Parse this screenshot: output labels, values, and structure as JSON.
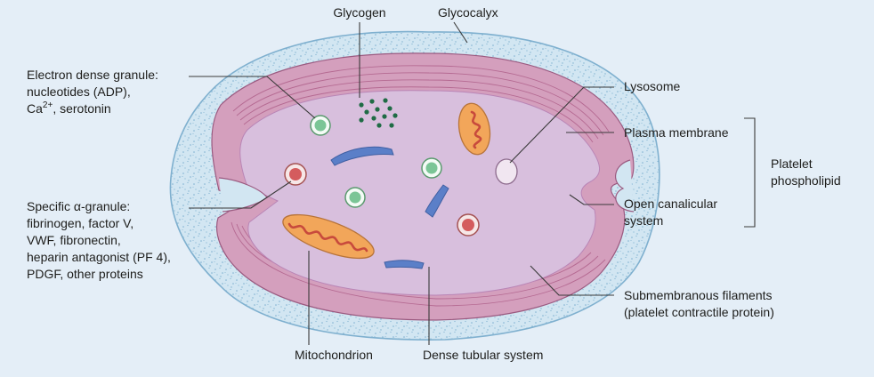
{
  "labels": {
    "glycogen": "Glycogen",
    "glycocalyx": "Glycocalyx",
    "electron_dense": {
      "line1": "Electron dense granule:",
      "line2": "nucleotides (ADP),",
      "line3_main": "Ca",
      "line3_sup": "2+",
      "line3_rest": ", serotonin"
    },
    "specific_granule": {
      "line1": "Specific α-granule:",
      "line2": "fibrinogen, factor V,",
      "line3": "VWF, fibronectin,",
      "line4": "heparin antagonist (PF 4),",
      "line5": "PDGF, other proteins"
    },
    "lysosome": "Lysosome",
    "plasma_membrane": "Plasma membrane",
    "open_canalicular": {
      "line1": "Open canalicular",
      "line2": "system"
    },
    "platelet_phospholipid": {
      "line1": "Platelet",
      "line2": "phospholipid"
    },
    "submembranous": {
      "line1": "Submembranous filaments",
      "line2": "(platelet contractile protein)"
    },
    "mitochondrion": "Mitochondrion",
    "dense_tubular": "Dense tubular system"
  },
  "colors": {
    "background": "#e4eef7",
    "glycocalyx": "#d2e6f2",
    "glycocalyx_dots": "#7fb0cf",
    "membrane_band": "#d49fbd",
    "membrane_lines": "#b56a92",
    "cytoplasm": "#d8bfdd",
    "green_granule": "#7bc596",
    "red_granule": "#d45c5e",
    "mitochondrion": "#f2a65a",
    "mito_cristae": "#c84a3c",
    "dense_tubular": "#5b7fc8",
    "glycogen_dots": "#1f6b45",
    "lysosome": "#f1e6f1"
  }
}
